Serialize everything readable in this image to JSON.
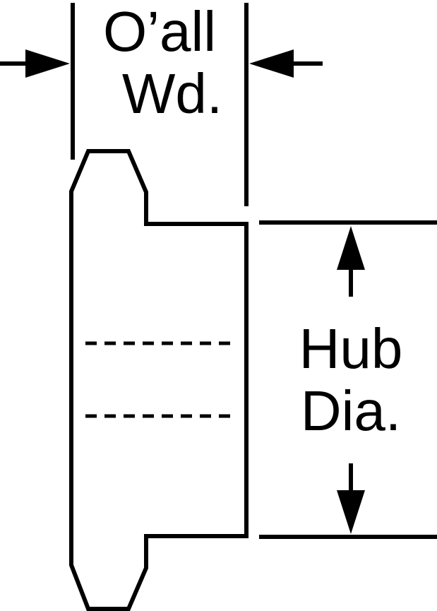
{
  "diagram": {
    "overall_width_label": {
      "line1": "O’all",
      "line2": "Wd."
    },
    "hub_diameter_label": {
      "line1": "Hub",
      "line2": "Dia."
    },
    "line_color": "#000000",
    "background_color": "#ffffff"
  }
}
